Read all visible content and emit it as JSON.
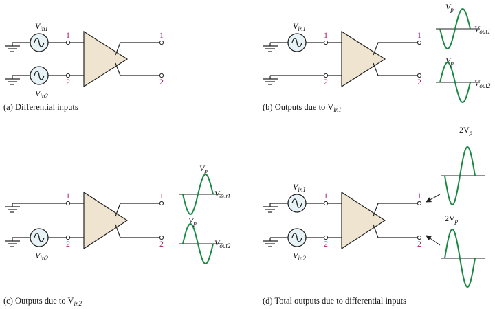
{
  "colors": {
    "amp_fill": "#efe4cf",
    "source_fill": "#e8f3f8",
    "waveform": "#1a8a43",
    "pin_label": "#b01e6c",
    "wire": "#222222"
  },
  "pin_labels": {
    "one": "1",
    "two": "2"
  },
  "source_labels": {
    "vin1": {
      "main": "V",
      "sub": "in1"
    },
    "vin2": {
      "main": "V",
      "sub": "in2"
    }
  },
  "wave_labels": {
    "vp": {
      "main": "V",
      "sub": "p"
    },
    "two_vp": {
      "pre": "2V",
      "sub": "p"
    },
    "vout1": {
      "main": "V",
      "sub": "out1"
    },
    "vout2": {
      "main": "V",
      "sub": "out2"
    }
  },
  "panels": {
    "a": {
      "caption": "(a) Differential inputs"
    },
    "b": {
      "caption_main": "(b) Outputs due to V",
      "caption_sub": "in1"
    },
    "c": {
      "caption_main": "(c) Outputs due to V",
      "caption_sub": "in2"
    },
    "d": {
      "caption": "(d) Total outputs due to differential inputs"
    }
  }
}
